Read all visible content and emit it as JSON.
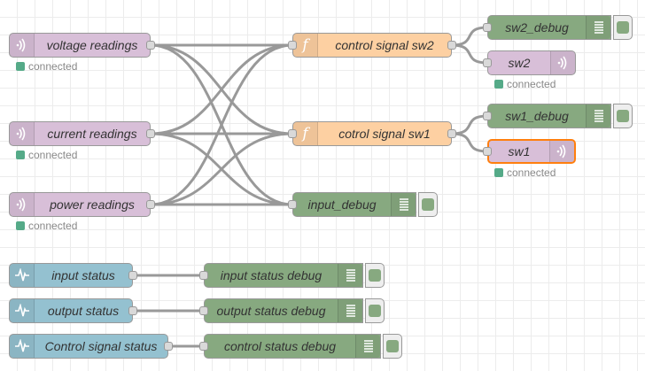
{
  "nodes": {
    "voltage": {
      "label": "voltage readings",
      "status": "connected"
    },
    "current": {
      "label": "current readings",
      "status": "connected"
    },
    "power": {
      "label": "power readings",
      "status": "connected"
    },
    "control_sw2": {
      "label": "control signal sw2"
    },
    "control_sw1": {
      "label": "cotrol signal sw1"
    },
    "input_debug": {
      "label": "input_debug"
    },
    "sw2_debug": {
      "label": "sw2_debug"
    },
    "sw2": {
      "label": "sw2",
      "status": "connected"
    },
    "sw1_debug": {
      "label": "sw1_debug"
    },
    "sw1": {
      "label": "sw1",
      "status": "connected"
    },
    "input_status": {
      "label": "input status"
    },
    "output_status": {
      "label": "output status"
    },
    "control_status": {
      "label": "Control signal status"
    },
    "input_status_debug": {
      "label": "input status debug"
    },
    "output_status_debug": {
      "label": "output status debug"
    },
    "control_status_debug": {
      "label": "control status debug"
    }
  },
  "colors": {
    "mqtt": "#d8bfd8",
    "function": "#fdd0a2",
    "debug": "#87a980",
    "status": "#94c1d0",
    "selected_border": "#ff7f0e",
    "status_connected": "#55aa88",
    "wire": "#999999"
  },
  "icons": {
    "mqtt": "broadcast-waves-icon",
    "function": "function-f-icon",
    "debug": "debug-bars-icon",
    "status": "pulse-icon"
  }
}
